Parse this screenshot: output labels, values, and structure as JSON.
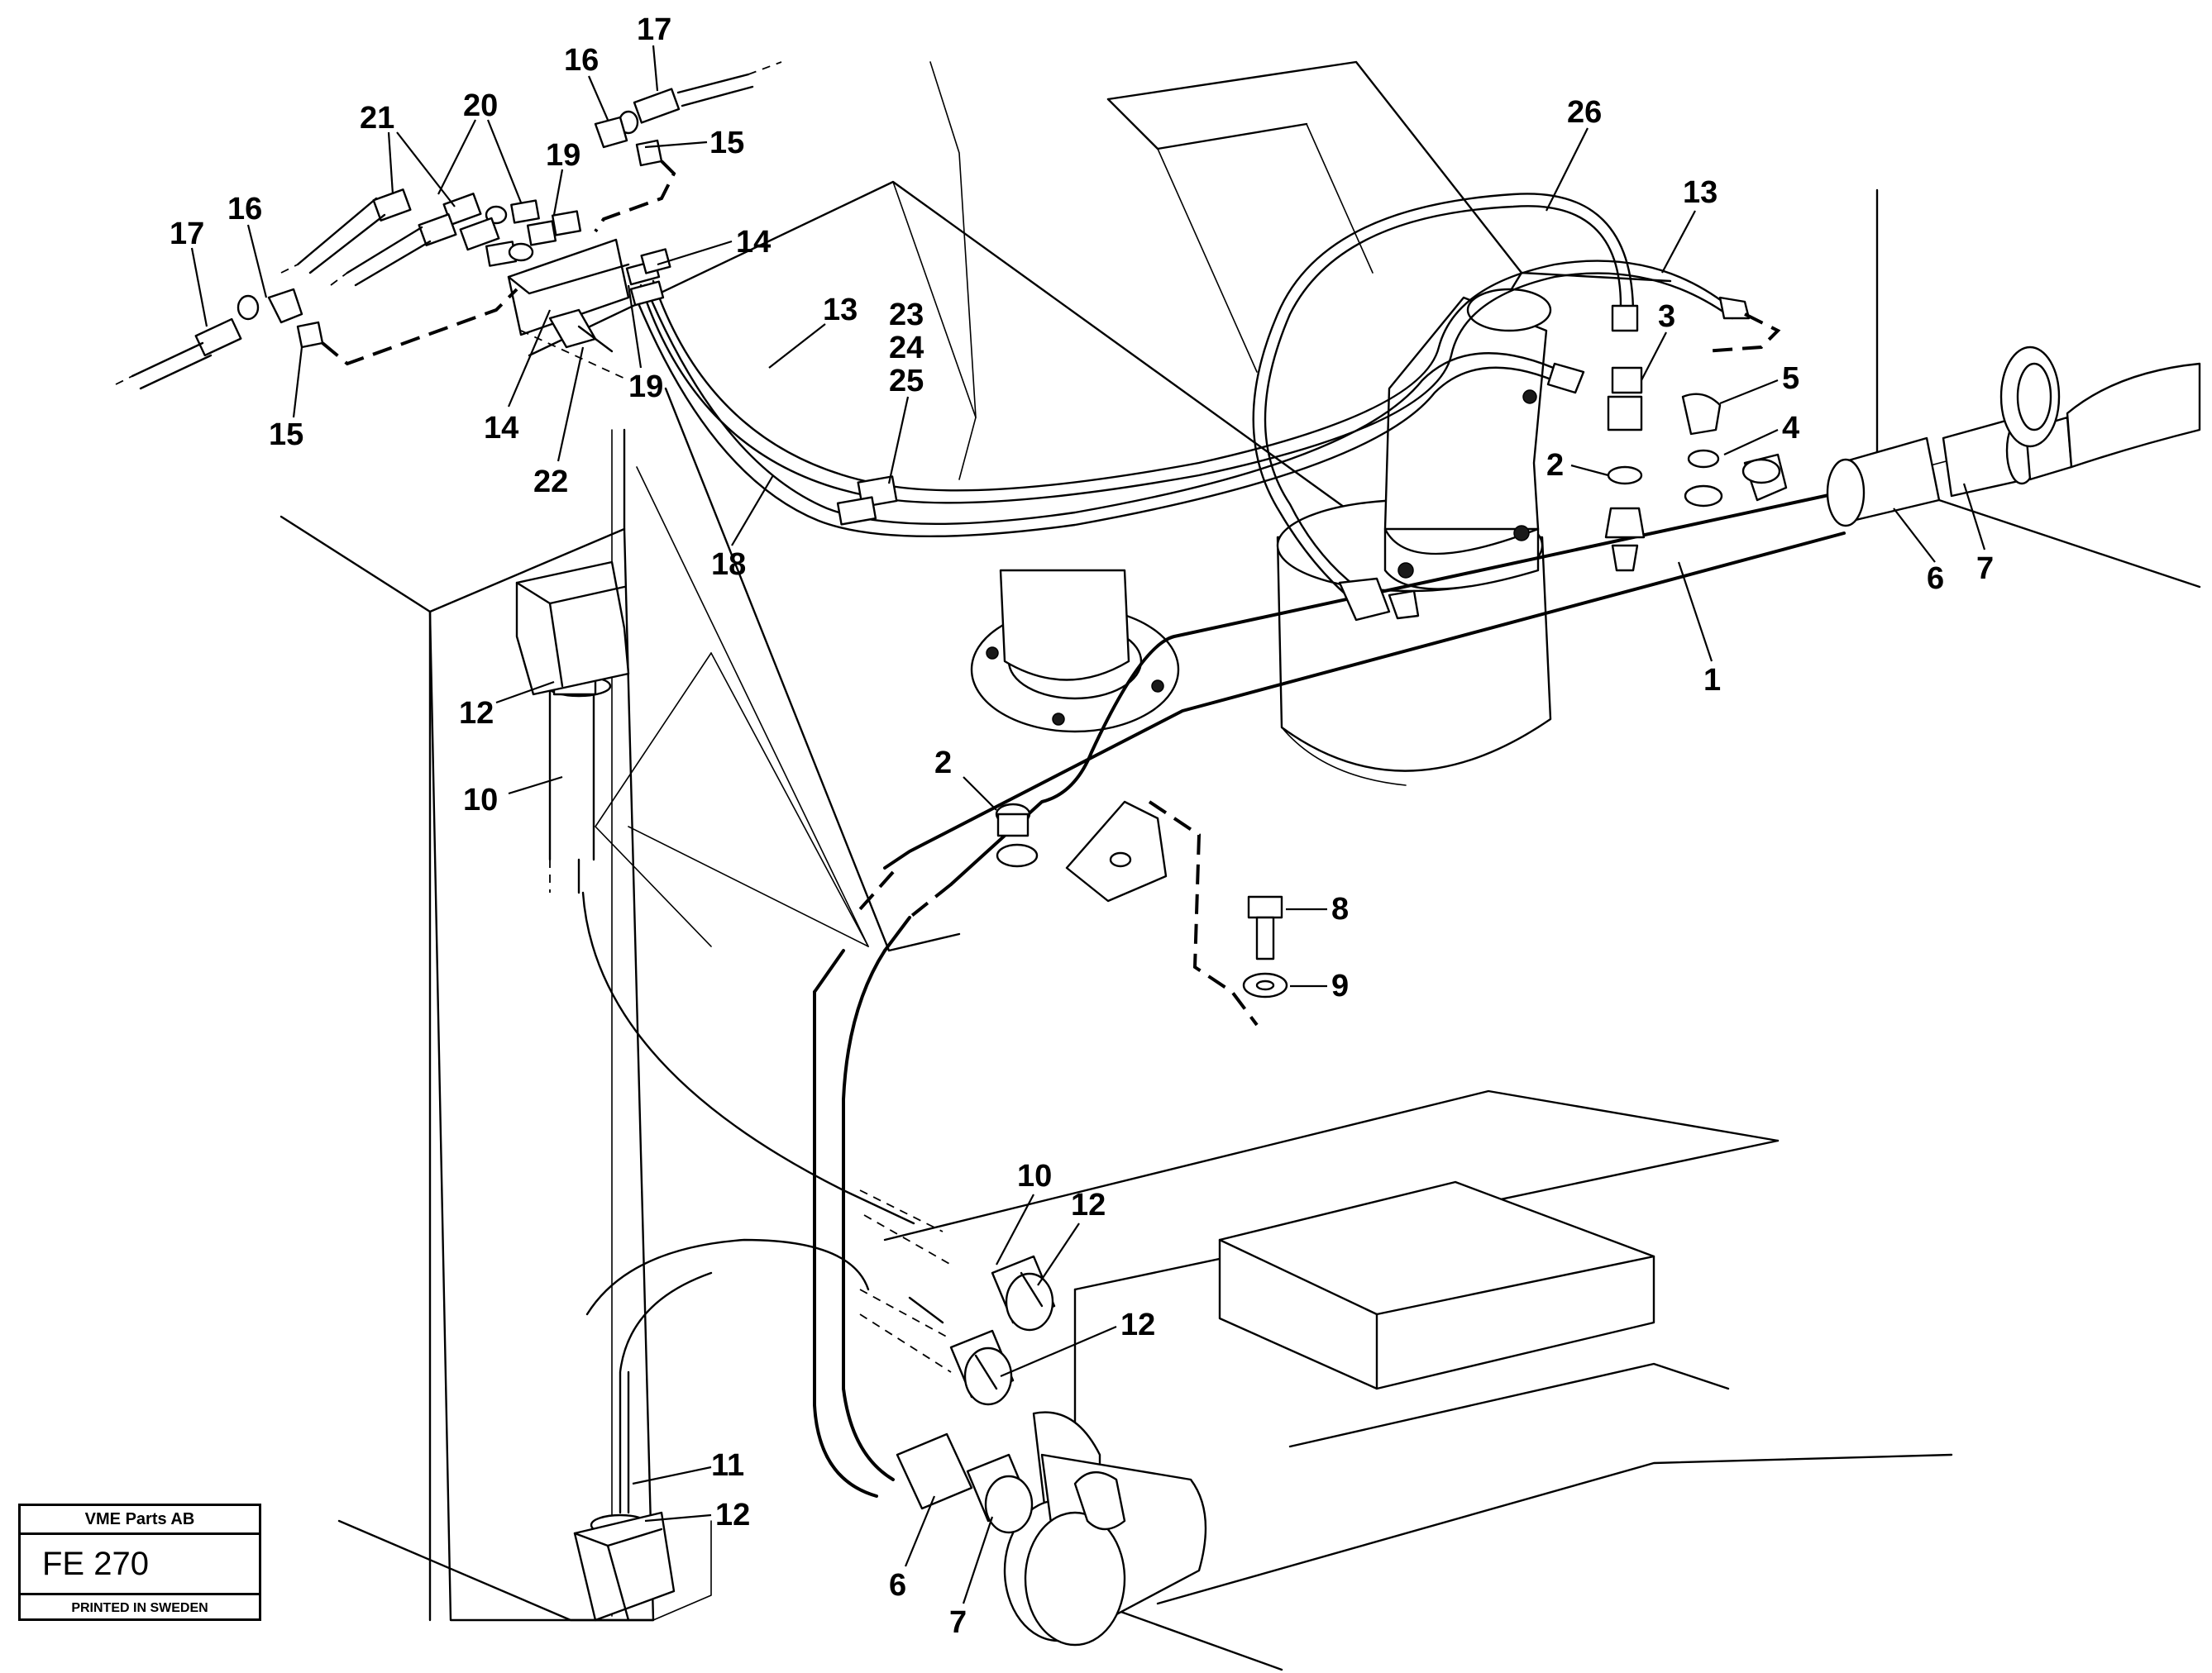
{
  "diagram": {
    "title_block": {
      "company": "VME Parts AB",
      "code": "FE 270",
      "printed": "PRINTED IN SWEDEN"
    },
    "callouts": [
      "1",
      "2",
      "2",
      "3",
      "4",
      "5",
      "6",
      "6",
      "7",
      "7",
      "8",
      "9",
      "10",
      "10",
      "11",
      "12",
      "12",
      "12",
      "12",
      "13",
      "13",
      "14",
      "14",
      "15",
      "15",
      "16",
      "16",
      "17",
      "17",
      "18",
      "19",
      "19",
      "20",
      "21",
      "22",
      "23",
      "24",
      "25",
      "26"
    ]
  }
}
